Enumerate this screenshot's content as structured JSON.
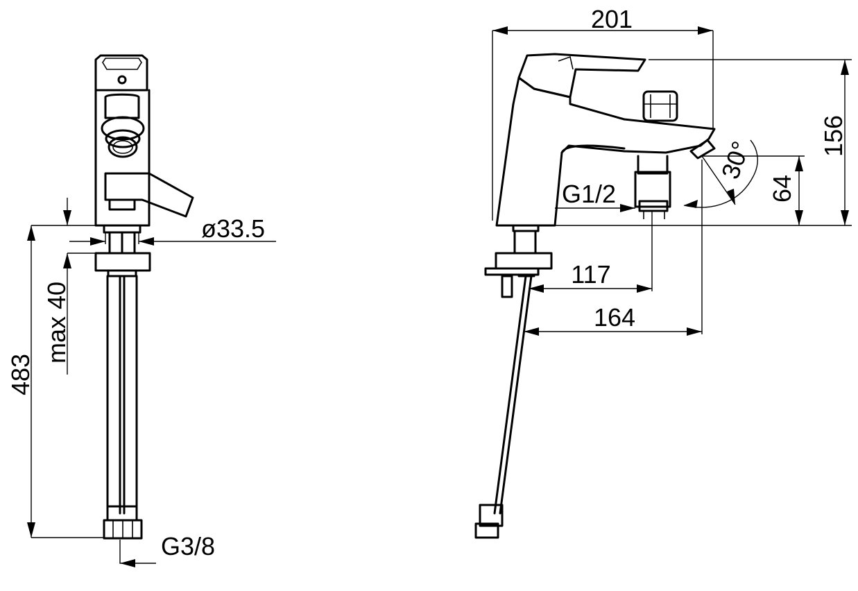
{
  "dimensions": {
    "total_height": "483",
    "max_deck_thickness": "max 40",
    "hole_diameter": "ø33.5",
    "connection_thread": "G3/8",
    "overall_depth": "201",
    "overall_height": "156",
    "spout_reach_shower_outlet": "117",
    "spout_reach": "164",
    "shower_connection": "G1/2",
    "outlet_height": "64",
    "swivel_angle": "30°"
  }
}
